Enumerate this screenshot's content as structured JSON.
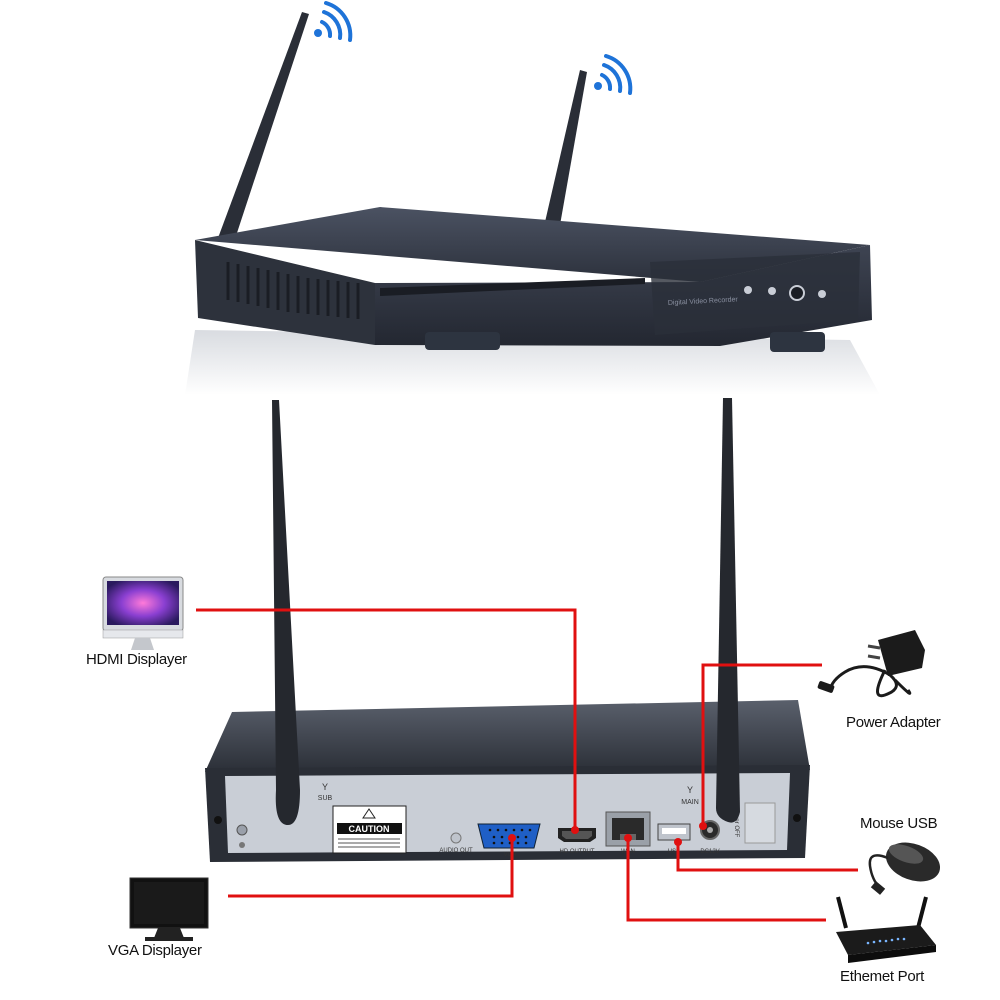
{
  "device": {
    "front_panel_text": "Digital Video Recorder",
    "rear_labels": {
      "sub": "SUB",
      "main": "MAIN",
      "caution": "CAUTION",
      "audio_out": "AUDIO OUT",
      "vga": "VGA",
      "hd_output": "HD OUTPUT",
      "wan": "WAN",
      "usb": "USB",
      "dc12v": "DC12V",
      "power_off": "Power OFF"
    }
  },
  "connections": [
    {
      "label": "HDMI Displayer",
      "icon": "monitor-icon"
    },
    {
      "label": "VGA Displayer",
      "icon": "monitor-icon"
    },
    {
      "label": "Power Adapter",
      "icon": "power-adapter-icon"
    },
    {
      "label": "Mouse USB",
      "icon": "mouse-icon"
    },
    {
      "label": "Ethemet Port",
      "icon": "router-icon"
    }
  ],
  "colors": {
    "connector_line": "#e01010",
    "device_body": "#3a3f4c",
    "rear_panel": "#c9ced6"
  }
}
